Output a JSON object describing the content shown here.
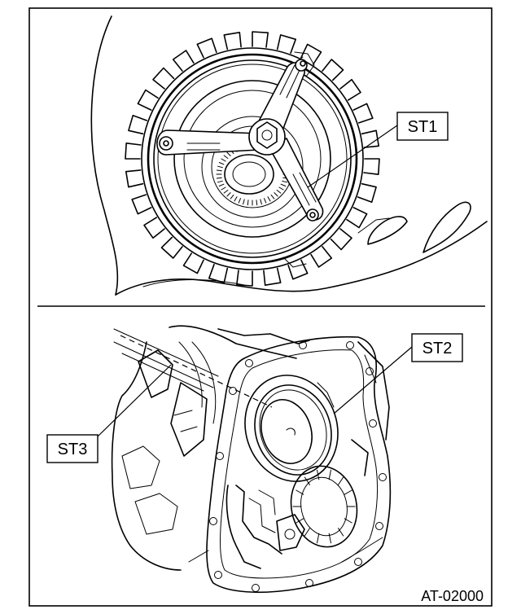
{
  "callouts": {
    "st1": "ST1",
    "st2": "ST2",
    "st3": "ST3"
  },
  "figure_id": "AT-02000"
}
